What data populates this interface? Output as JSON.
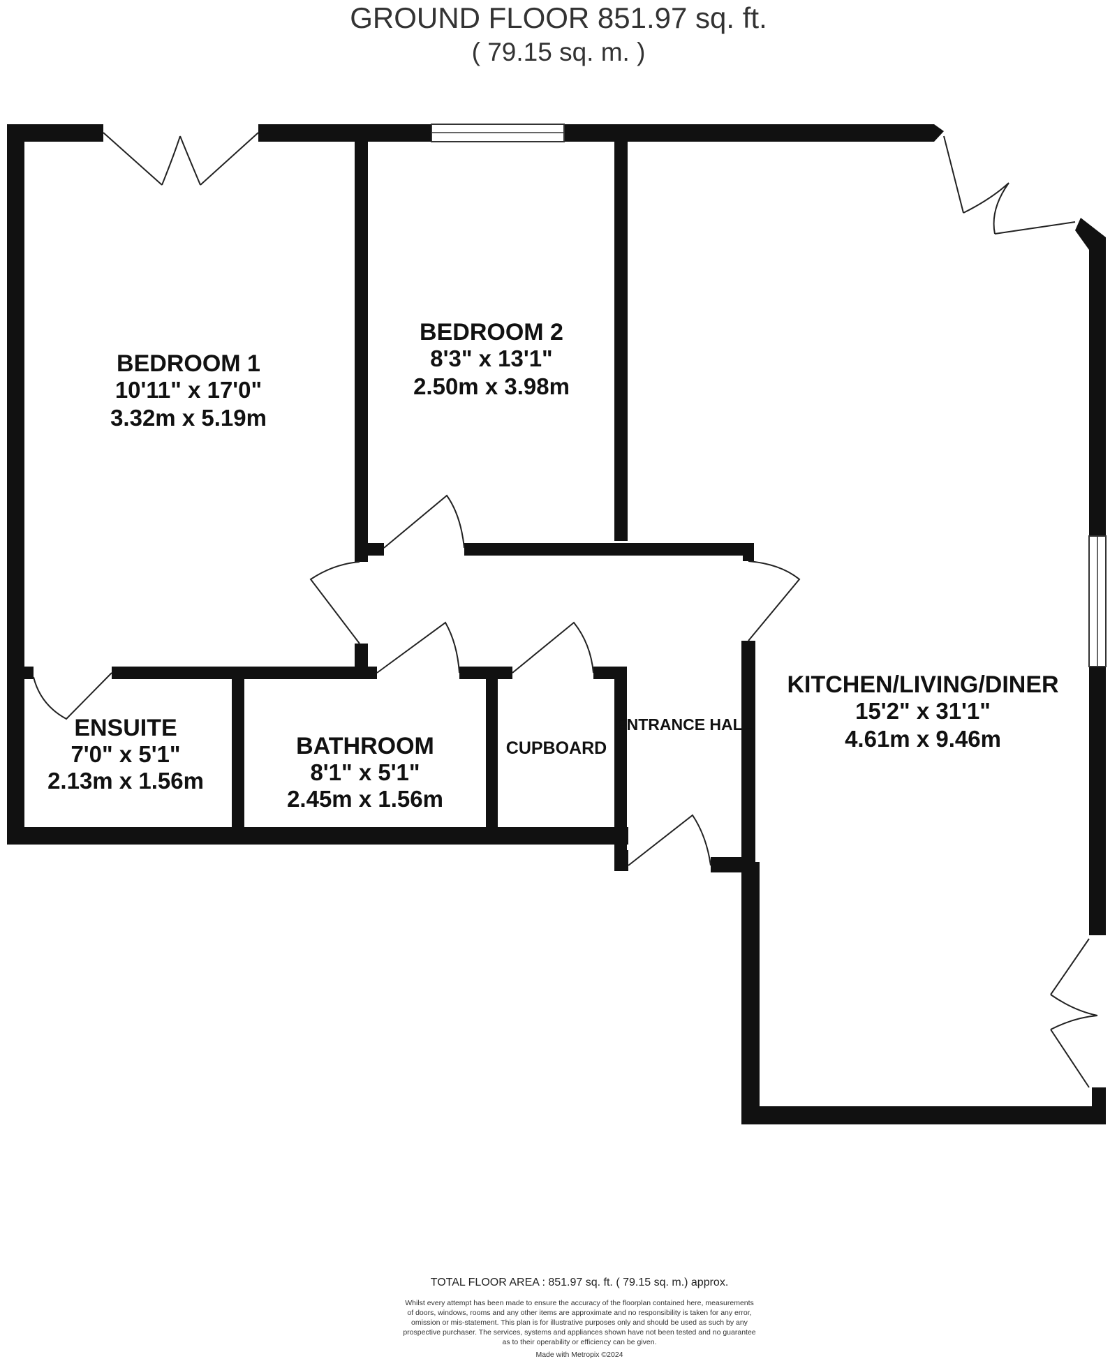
{
  "header": {
    "title": "GROUND FLOOR 851.97 sq. ft.",
    "subtitle": "( 79.15 sq. m. )"
  },
  "rooms": {
    "bedroom1": {
      "name": "BEDROOM 1",
      "imperial": "10'11\" x 17'0\"",
      "metric": "3.32m x 5.19m"
    },
    "bedroom2": {
      "name": "BEDROOM 2",
      "imperial": "8'3\" x 13'1\"",
      "metric": "2.50m x 3.98m"
    },
    "kitchen": {
      "name": "KITCHEN/LIVING/DINER",
      "imperial": "15'2\" x 31'1\"",
      "metric": "4.61m x 9.46m"
    },
    "ensuite": {
      "name": "ENSUITE",
      "imperial": "7'0\" x 5'1\"",
      "metric": "2.13m x 1.56m"
    },
    "bathroom": {
      "name": "BATHROOM",
      "imperial": "8'1\" x 5'1\"",
      "metric": "2.45m x 1.56m"
    },
    "cupboard": {
      "name": "CUPBOARD"
    },
    "hall": {
      "name": "ENTRANCE HALL"
    }
  },
  "footer": {
    "total": "TOTAL FLOOR AREA : 851.97 sq. ft. ( 79.15 sq. m.) approx.",
    "disclaimer": [
      "Whilst every attempt has been made to ensure the accuracy of the floorplan contained here, measurements",
      "of doors, windows, rooms and any other items are approximate and no responsibility is taken for any error,",
      "omission or mis-statement. This plan is for illustrative purposes only and should be used as such by any",
      "prospective purchaser. The services, systems and appliances shown have not been tested and no guarantee",
      "as to their operability or efficiency can be given."
    ],
    "credit": "Made with Metropix ©2024"
  },
  "colors": {
    "wall": "#111111",
    "text": "#111111",
    "heading": "#333333",
    "background": "#ffffff"
  }
}
